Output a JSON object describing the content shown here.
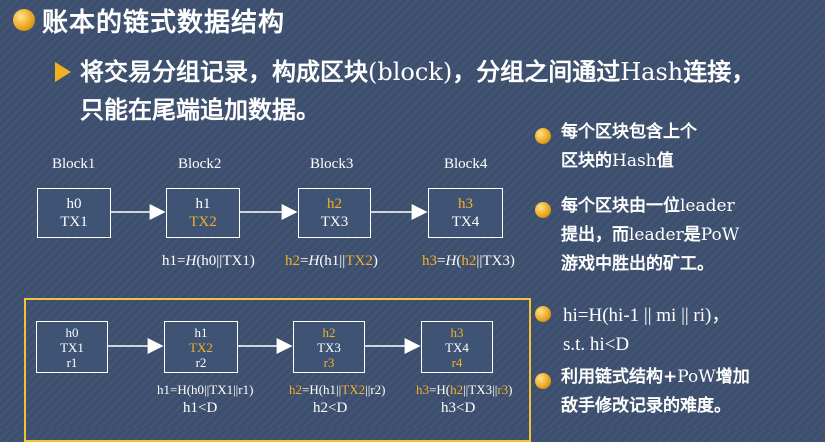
{
  "title": "账本的链式数据结构",
  "subtitle": {
    "line1_a": "将交易分组记录，构成区块",
    "line1_b": "(block)",
    "line1_c": "，分组之间通过",
    "line1_d": "Hash",
    "line1_e": "连接，",
    "line2": "只能在尾端追加数据。"
  },
  "chain1": {
    "labels": [
      "Block1",
      "Block2",
      "Block3",
      "Block4"
    ],
    "blocks": [
      {
        "h": "h0",
        "tx": "TX1"
      },
      {
        "h": "h1",
        "tx": "TX2"
      },
      {
        "h": "h2",
        "tx": "TX3"
      },
      {
        "h": "h3",
        "tx": "TX4"
      }
    ],
    "formulas": [
      {
        "lhs": "h1",
        "eq": "=",
        "H": "H",
        "open": "(h0||",
        "tx": "TX1",
        "close": ")"
      },
      {
        "lhs": "h2",
        "eq": "=",
        "H": "H",
        "open": "(h1||",
        "tx": "TX2",
        "close": ")"
      },
      {
        "lhs": "h3",
        "eq": "=",
        "H": "H",
        "open": "(",
        "h": "h2",
        "bar": "||TX3)"
      }
    ]
  },
  "chain2": {
    "blocks": [
      {
        "h": "h0",
        "tx": "TX1",
        "r": "r1"
      },
      {
        "h": "h1",
        "tx": "TX2",
        "r": "r2"
      },
      {
        "h": "h2",
        "tx": "TX3",
        "r": "r3"
      },
      {
        "h": "h3",
        "tx": "TX4",
        "r": "r4"
      }
    ],
    "formulas": [
      {
        "text": "h1=H(h0||TX1||r1)",
        "cond": "h1<D"
      },
      {
        "lhs": "h2",
        "mid1": "=H(h1||",
        "tx": "TX2",
        "mid2": "||r2)",
        "cond": "h2<D"
      },
      {
        "lhs": "h3",
        "mid1": "=H(",
        "h": "h2",
        "mid2": "||TX3||",
        "r": "r3",
        "close": ")",
        "cond": "h3<D"
      }
    ]
  },
  "right": {
    "b1_line1": "每个区块包含上个",
    "b1_line2a": "区块的",
    "b1_line2b": "Hash",
    "b1_line2c": "值",
    "b2_line1a": "每个区块由一位",
    "b2_line1b": "leader",
    "b2_line2a": "提出，而",
    "b2_line2b": "leader",
    "b2_line2c": "是",
    "b2_line2d": "PoW",
    "b2_line3": "游戏中胜出的矿工。",
    "math_line1": "hi=H(hi-1 || mi || ri)，",
    "math_line2": "s.t.  hi<D",
    "b4_line1a": "利用链式结构+",
    "b4_line1b": "PoW",
    "b4_line1c": "增加",
    "b4_line2": "敌手修改记录的难度。"
  },
  "colors": {
    "background": "#3d4f6e",
    "accent": "#f2b125",
    "text": "#ffffff"
  }
}
